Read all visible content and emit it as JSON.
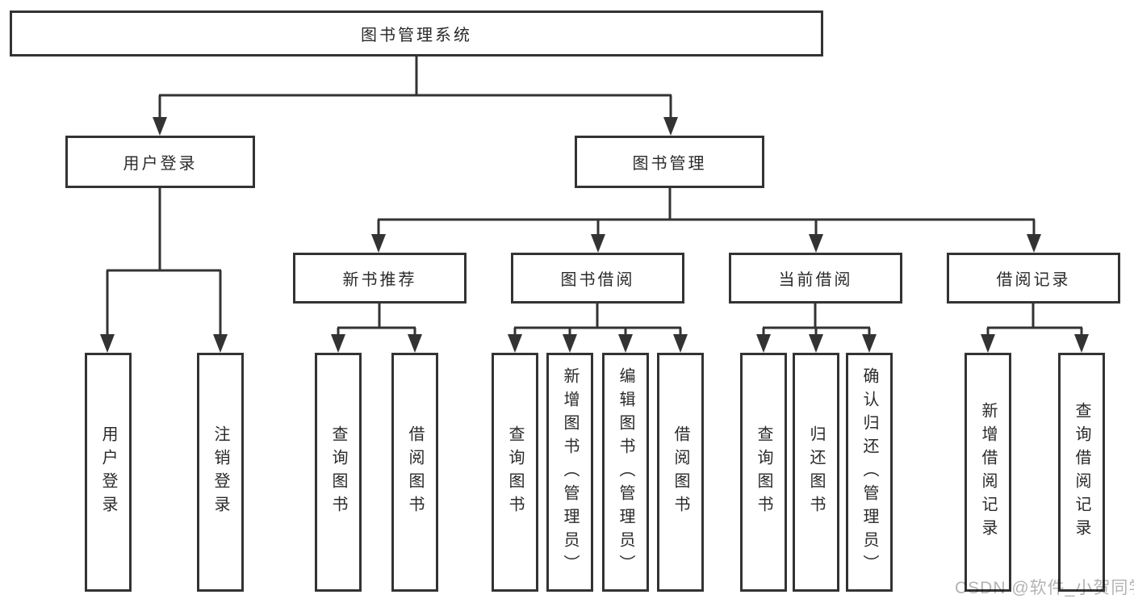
{
  "diagram": {
    "watermark": "CSDN @软件_小贺同学",
    "colors": {
      "line": "#333333",
      "box_border": "#333333",
      "text": "#2a2a2a",
      "watermark": "#b3b3b3",
      "background": "#ffffff"
    },
    "nodes": {
      "root": {
        "label": "图书管理系统"
      },
      "user_login_group": {
        "label": "用户登录"
      },
      "book_mgmt_group": {
        "label": "图书管理"
      },
      "new_book_rec": {
        "label": "新书推荐"
      },
      "book_borrow": {
        "label": "图书借阅"
      },
      "current_borrow": {
        "label": "当前借阅"
      },
      "borrow_records": {
        "label": "借阅记录"
      },
      "leaf_user_login": {
        "label": "用户登录"
      },
      "leaf_logout": {
        "label": "注销登录"
      },
      "leaf_query_book_1": {
        "label": "查询图书"
      },
      "leaf_borrow_book_1": {
        "label": "借阅图书"
      },
      "leaf_query_book_2": {
        "label": "查询图书"
      },
      "leaf_add_book": {
        "label": "新增图书（管理员）"
      },
      "leaf_edit_book": {
        "label": "编辑图书（管理员）"
      },
      "leaf_borrow_book_2": {
        "label": "借阅图书"
      },
      "leaf_query_book_3": {
        "label": "查询图书"
      },
      "leaf_return_book": {
        "label": "归还图书"
      },
      "leaf_confirm_return": {
        "label": "确认归还（管理员）"
      },
      "leaf_add_record": {
        "label": "新增借阅记录"
      },
      "leaf_query_record": {
        "label": "查询借阅记录"
      }
    }
  }
}
